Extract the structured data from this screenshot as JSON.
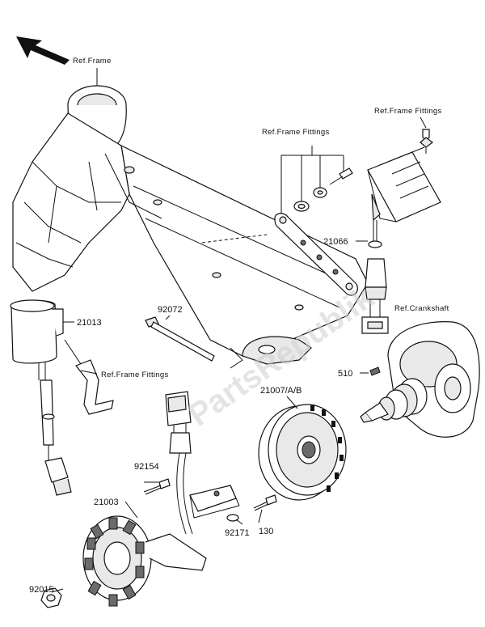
{
  "labels": {
    "ref_frame": "Ref.Frame",
    "ref_frame_fittings_top": "Ref.Frame Fittings",
    "ref_frame_fittings_mid": "Ref.Frame Fittings",
    "ref_frame_fittings_left": "Ref.Frame Fittings",
    "ref_crankshaft": "Ref.Crankshaft",
    "p21066": "21066",
    "p21013": "21013",
    "p92072": "92072",
    "p510": "510",
    "p21007": "21007/A/B",
    "p92154": "92154",
    "p21003": "21003",
    "p130": "130",
    "p92171": "92171",
    "p92015": "92015"
  },
  "watermark": "PartsRepublik",
  "colors": {
    "line": "#111111",
    "shade": "#6b6b6b",
    "light": "#e9e9e9",
    "watermark": "#cfcfcf"
  },
  "icons": {
    "direction": "front-direction-arrow-icon"
  }
}
